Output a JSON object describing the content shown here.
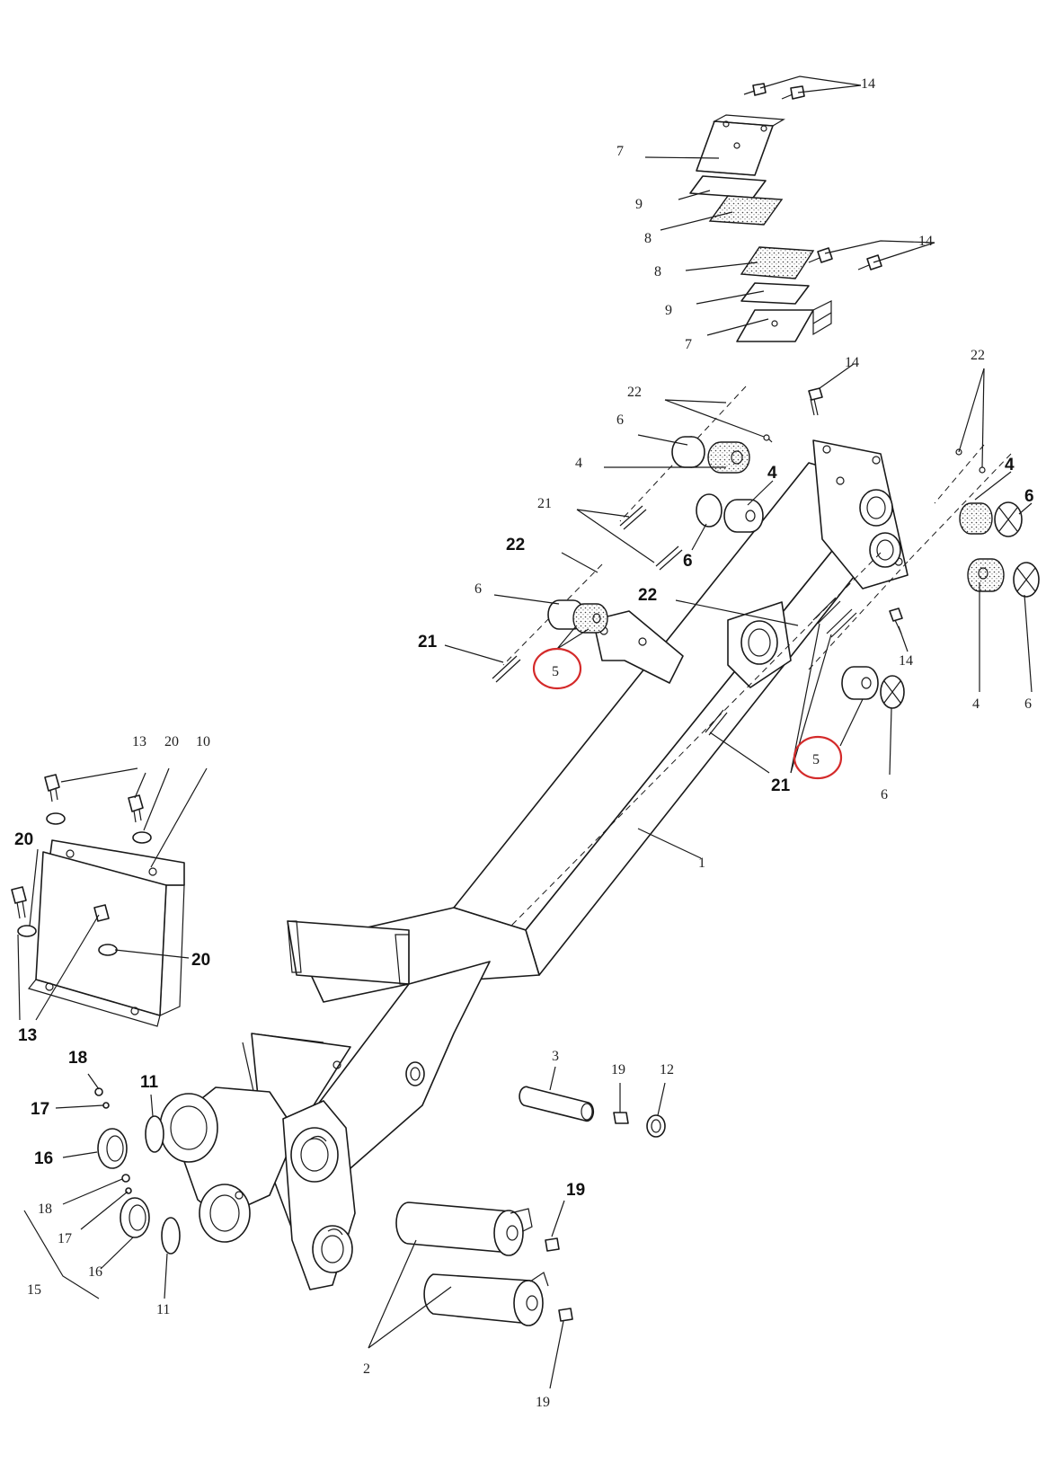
{
  "colors": {
    "line": "#1a1a1a",
    "highlight": "#d42a2a",
    "background": "#ffffff"
  },
  "labels": {
    "l14_top": "14",
    "l7_top": "7",
    "l9_top": "9",
    "l8_top": "8",
    "l14_mid": "14",
    "l8_mid": "8",
    "l9_mid": "9",
    "l7_mid": "7",
    "l22_topright": "22",
    "l14_upper": "14",
    "l22_upper": "22",
    "l6_upper": "6",
    "l4_upper": "4",
    "l21_upper": "21",
    "l4_bold_mid": "4",
    "l6_bold_mid": "6",
    "l22_bold_left": "22",
    "l6_left": "6",
    "l21_bold_left": "21",
    "l5_left_circled": "5",
    "l22_bold_center": "22",
    "l4_bold_right": "4",
    "l6_bold_right": "6",
    "l14_right": "14",
    "l4_right": "4",
    "l6_right": "6",
    "l5_right_circled": "5",
    "l21_bold_right": "21",
    "l6_lower_right": "6",
    "l1_boom": "1",
    "l13_plate": "13",
    "l20_plate": "20",
    "l10_plate": "10",
    "l20_bold_left": "20",
    "l20_bold_right": "20",
    "l13_bold": "13",
    "l18_bold": "18",
    "l11_bold": "11",
    "l17_bold": "17",
    "l16_bold": "16",
    "l18_plain": "18",
    "l17_plain": "17",
    "l16_plain": "16",
    "l15": "15",
    "l11_plain": "11",
    "l3": "3",
    "l19_upper": "19",
    "l12": "12",
    "l19_bold": "19",
    "l2": "2",
    "l19_lower": "19"
  }
}
